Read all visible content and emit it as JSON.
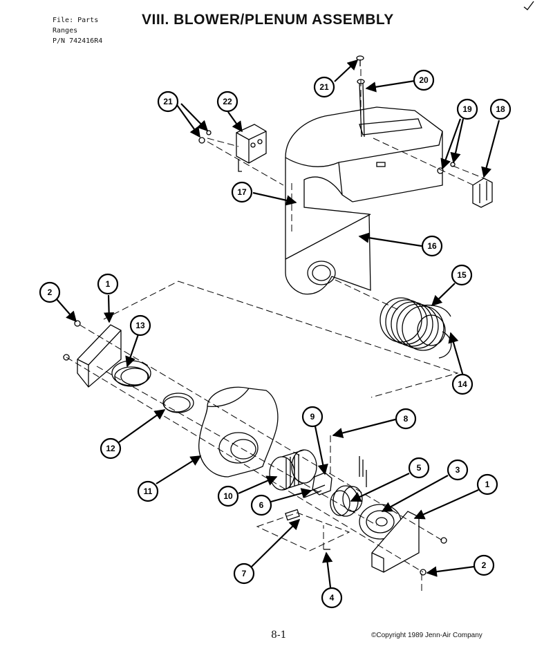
{
  "header": {
    "file_lines": [
      "File: Parts",
      "Ranges",
      "P/N 742416R4"
    ],
    "title": "VIII. BLOWER/PLENUM ASSEMBLY"
  },
  "footer": {
    "page_number": "8-1",
    "copyright": "©Copyright 1989 Jenn-Air Company"
  },
  "callouts": [
    {
      "id": "c21a",
      "label": "21"
    },
    {
      "id": "c20",
      "label": "20"
    },
    {
      "id": "c21b",
      "label": "21"
    },
    {
      "id": "c22",
      "label": "22"
    },
    {
      "id": "c19",
      "label": "19"
    },
    {
      "id": "c18",
      "label": "18"
    },
    {
      "id": "c17",
      "label": "17"
    },
    {
      "id": "c16",
      "label": "16"
    },
    {
      "id": "c15",
      "label": "15"
    },
    {
      "id": "c2a",
      "label": "2"
    },
    {
      "id": "c1a",
      "label": "1"
    },
    {
      "id": "c13",
      "label": "13"
    },
    {
      "id": "c14",
      "label": "14"
    },
    {
      "id": "c12",
      "label": "12"
    },
    {
      "id": "c9",
      "label": "9"
    },
    {
      "id": "c8",
      "label": "8"
    },
    {
      "id": "c11",
      "label": "11"
    },
    {
      "id": "c10",
      "label": "10"
    },
    {
      "id": "c6",
      "label": "6"
    },
    {
      "id": "c5",
      "label": "5"
    },
    {
      "id": "c3",
      "label": "3"
    },
    {
      "id": "c1b",
      "label": "1"
    },
    {
      "id": "c7",
      "label": "7"
    },
    {
      "id": "c2b",
      "label": "2"
    },
    {
      "id": "c4",
      "label": "4"
    }
  ]
}
